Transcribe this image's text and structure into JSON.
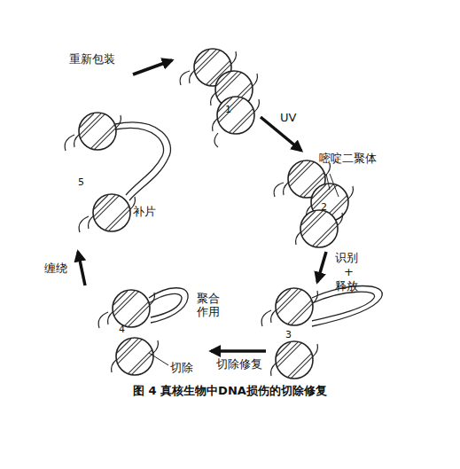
{
  "diagram": {
    "caption": "图 4 真核生物中DNA损伤的切除修复",
    "labels": [
      "重新包装",
      "1",
      "UV",
      "嘧啶二聚体",
      "2",
      "识别",
      "+",
      "释放",
      "3",
      "切除修复",
      "4",
      "聚合作用",
      "切除",
      "缠绕",
      "5",
      "补片"
    ]
  }
}
